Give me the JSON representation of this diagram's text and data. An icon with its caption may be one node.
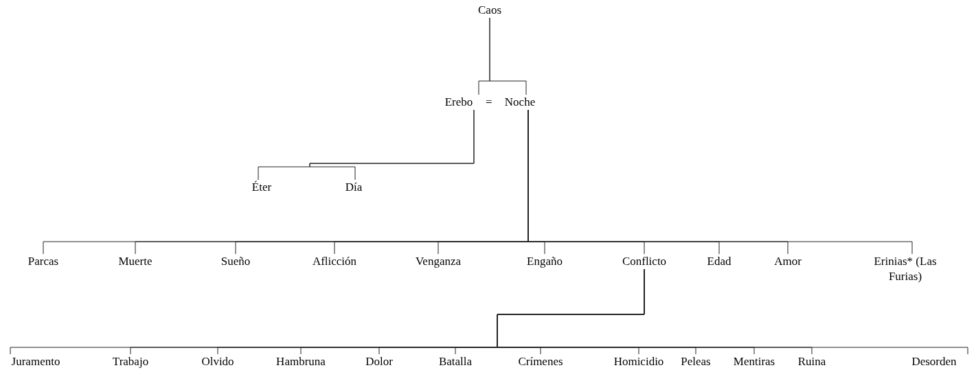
{
  "diagram": {
    "nodes": [
      {
        "text": [
          "Caos"
        ]
      },
      {
        "text": [
          "Erebo"
        ]
      },
      {
        "text": [
          "Noche"
        ]
      },
      {
        "text": [
          "Éter"
        ]
      },
      {
        "text": [
          "Día"
        ]
      },
      {
        "text": [
          "Parcas"
        ]
      },
      {
        "text": [
          "Muerte"
        ]
      },
      {
        "text": [
          "Sueño"
        ]
      },
      {
        "text": [
          "Aflicción"
        ]
      },
      {
        "text": [
          "Venganza"
        ]
      },
      {
        "text": [
          "Engaño"
        ]
      },
      {
        "text": [
          "Conflicto"
        ]
      },
      {
        "text": [
          "Edad"
        ]
      },
      {
        "text": [
          "Amor"
        ]
      },
      {
        "text": [
          "Erinias* (Las Furias)"
        ]
      },
      {
        "text": [
          "Juramento"
        ]
      },
      {
        "text": [
          "Trabajo"
        ]
      },
      {
        "text": [
          "Olvido"
        ]
      },
      {
        "text": [
          "Hambruna"
        ]
      },
      {
        "text": [
          "Dolor"
        ]
      },
      {
        "text": [
          "Batalla"
        ]
      },
      {
        "text": [
          "Crímenes"
        ]
      },
      {
        "text": [
          "Homicidio"
        ]
      },
      {
        "text": [
          "Peleas"
        ]
      },
      {
        "text": [
          "Mentiras"
        ]
      },
      {
        "text": [
          "Ruina"
        ]
      },
      {
        "text": [
          "Desorden"
        ]
      }
    ],
    "edges": [
      {
        "from": 0,
        "to": 1,
        "arrow": "none"
      },
      {
        "from": 0,
        "to": 2,
        "arrow": "none"
      },
      {
        "from": 1,
        "to": 3,
        "arrow": "none"
      },
      {
        "from": 1,
        "to": 4,
        "arrow": "none"
      },
      {
        "from": 2,
        "to": 5,
        "arrow": "none"
      },
      {
        "from": 2,
        "to": 6,
        "arrow": "none"
      },
      {
        "from": 2,
        "to": 7,
        "arrow": "none"
      },
      {
        "from": 2,
        "to": 8,
        "arrow": "none"
      },
      {
        "from": 2,
        "to": 9,
        "arrow": "none"
      },
      {
        "from": 2,
        "to": 10,
        "arrow": "none"
      },
      {
        "from": 2,
        "to": 11,
        "arrow": "none"
      },
      {
        "from": 2,
        "to": 12,
        "arrow": "none"
      },
      {
        "from": 2,
        "to": 13,
        "arrow": "none"
      },
      {
        "from": 2,
        "to": 14,
        "arrow": "none"
      },
      {
        "from": 11,
        "to": 15,
        "arrow": "none"
      },
      {
        "from": 11,
        "to": 16,
        "arrow": "none"
      },
      {
        "from": 11,
        "to": 17,
        "arrow": "none"
      },
      {
        "from": 11,
        "to": 18,
        "arrow": "none"
      },
      {
        "from": 11,
        "to": 19,
        "arrow": "none"
      },
      {
        "from": 11,
        "to": 20,
        "arrow": "none"
      },
      {
        "from": 11,
        "to": 21,
        "arrow": "none"
      },
      {
        "from": 11,
        "to": 22,
        "arrow": "none"
      },
      {
        "from": 11,
        "to": 23,
        "arrow": "none"
      },
      {
        "from": 11,
        "to": 24,
        "arrow": "none"
      },
      {
        "from": 11,
        "to": 25,
        "arrow": "none"
      },
      {
        "from": 11,
        "to": 26,
        "arrow": "none"
      }
    ],
    "labels": [
      "="
    ]
  }
}
